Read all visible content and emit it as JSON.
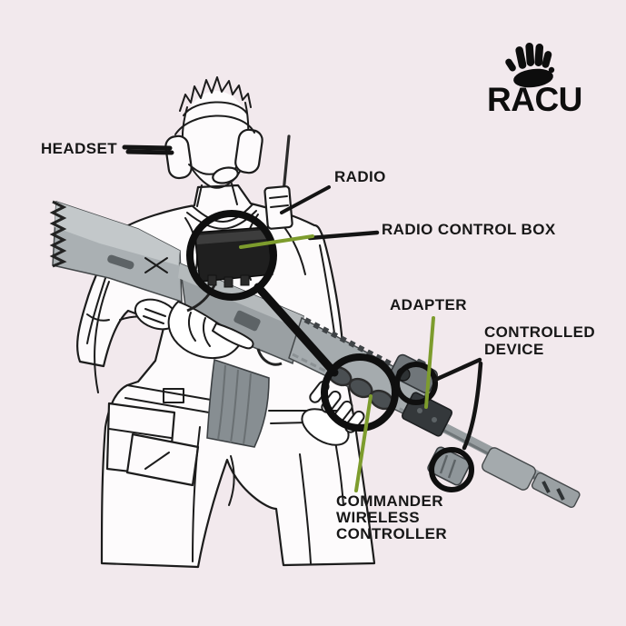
{
  "logo": {
    "text": "RACU",
    "icon": "paw-hand-icon"
  },
  "labels": {
    "headset": "HEADSET",
    "radio": "RADIO",
    "radio_control_box": "RADIO CONTROL BOX",
    "adapter": "ADAPTER",
    "controlled_device_line1": "CONTROLLED",
    "controlled_device_line2": "DEVICE",
    "commander_line1": "COMMANDER",
    "commander_line2": "WIRELESS",
    "commander_line3": "CONTROLLER"
  },
  "colors": {
    "background": "#f2e9ed",
    "ink": "#171717",
    "callout_green": "#7d9c2d",
    "rifle_gray": "#a9afb2",
    "dark_device": "#1f1f1f"
  },
  "figure": {
    "description": "line-art soldier holding rifle with highlighted accessories"
  }
}
